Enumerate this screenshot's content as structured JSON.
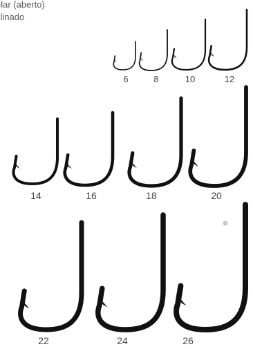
{
  "caption": {
    "line1": "elar (aberto)",
    "line2": "clinado"
  },
  "hooks": [
    {
      "size": "6"
    },
    {
      "size": "8"
    },
    {
      "size": "10"
    },
    {
      "size": "12"
    },
    {
      "size": "14"
    },
    {
      "size": "16"
    },
    {
      "size": "18"
    },
    {
      "size": "20"
    },
    {
      "size": "22"
    },
    {
      "size": "24"
    },
    {
      "size": "26"
    }
  ]
}
